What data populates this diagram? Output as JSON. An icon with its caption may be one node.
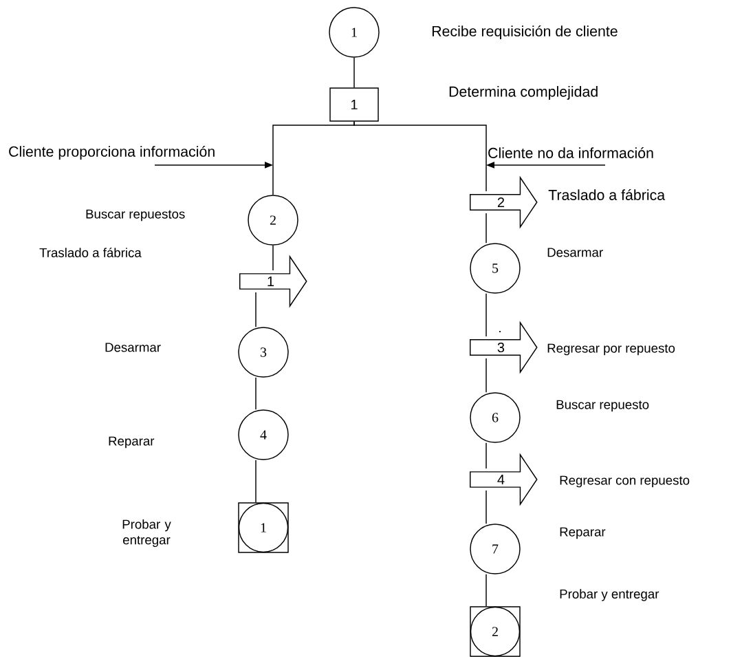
{
  "diagram": {
    "nodes": [
      {
        "text": [
          "1"
        ],
        "beside": [
          "Recibe requisición de cliente"
        ]
      },
      {
        "text": [
          "1"
        ]
      },
      {
        "text": [
          "2"
        ]
      },
      {
        "text": [
          "1"
        ]
      },
      {
        "text": [
          "3"
        ]
      },
      {
        "text": [
          "4"
        ]
      },
      {
        "text": [
          "1"
        ]
      },
      {
        "text": [
          "2"
        ],
        "beside": [
          "Traslado a fábrica"
        ]
      },
      {
        "text": [
          "5"
        ],
        "beside": [
          "Desarmar"
        ]
      },
      {
        "text": [
          "3"
        ],
        "beside": [
          "Regresar por repuesto"
        ]
      },
      {
        "text": [
          "6"
        ],
        "beside": [
          "Buscar repuesto"
        ]
      },
      {
        "text": [
          "4"
        ],
        "beside": [
          "Regresar con repuesto"
        ]
      },
      {
        "text": [
          "7"
        ],
        "beside": [
          "Reparar"
        ]
      },
      {
        "text": [
          "2"
        ],
        "beside": [
          "Probar y entregar"
        ]
      }
    ],
    "edges": [
      {
        "from": 0,
        "to": 1,
        "arrow": "none"
      },
      {
        "from": 1,
        "to": 2,
        "arrow": "none"
      },
      {
        "from": 1,
        "to": 7,
        "arrow": "none"
      },
      {
        "from": 2,
        "to": 3,
        "arrow": "none"
      },
      {
        "from": 3,
        "to": 4,
        "arrow": "none"
      },
      {
        "from": 4,
        "to": 5,
        "arrow": "none"
      },
      {
        "from": 5,
        "to": 6,
        "arrow": "none"
      },
      {
        "from": 7,
        "to": 8,
        "arrow": "none"
      },
      {
        "from": 8,
        "to": 9,
        "arrow": "none"
      },
      {
        "from": 9,
        "to": 10,
        "arrow": "none"
      },
      {
        "from": 10,
        "to": 11,
        "arrow": "none"
      },
      {
        "from": 11,
        "to": 12,
        "arrow": "none"
      },
      {
        "from": 12,
        "to": 13,
        "arrow": "none"
      }
    ],
    "labels": [
      "Determina complejidad",
      "Cliente proporciona información",
      "Cliente no da información",
      "Buscar repuestos",
      "Traslado a fábrica",
      "Desarmar",
      ".",
      "Reparar",
      "Probar y entregar"
    ]
  }
}
